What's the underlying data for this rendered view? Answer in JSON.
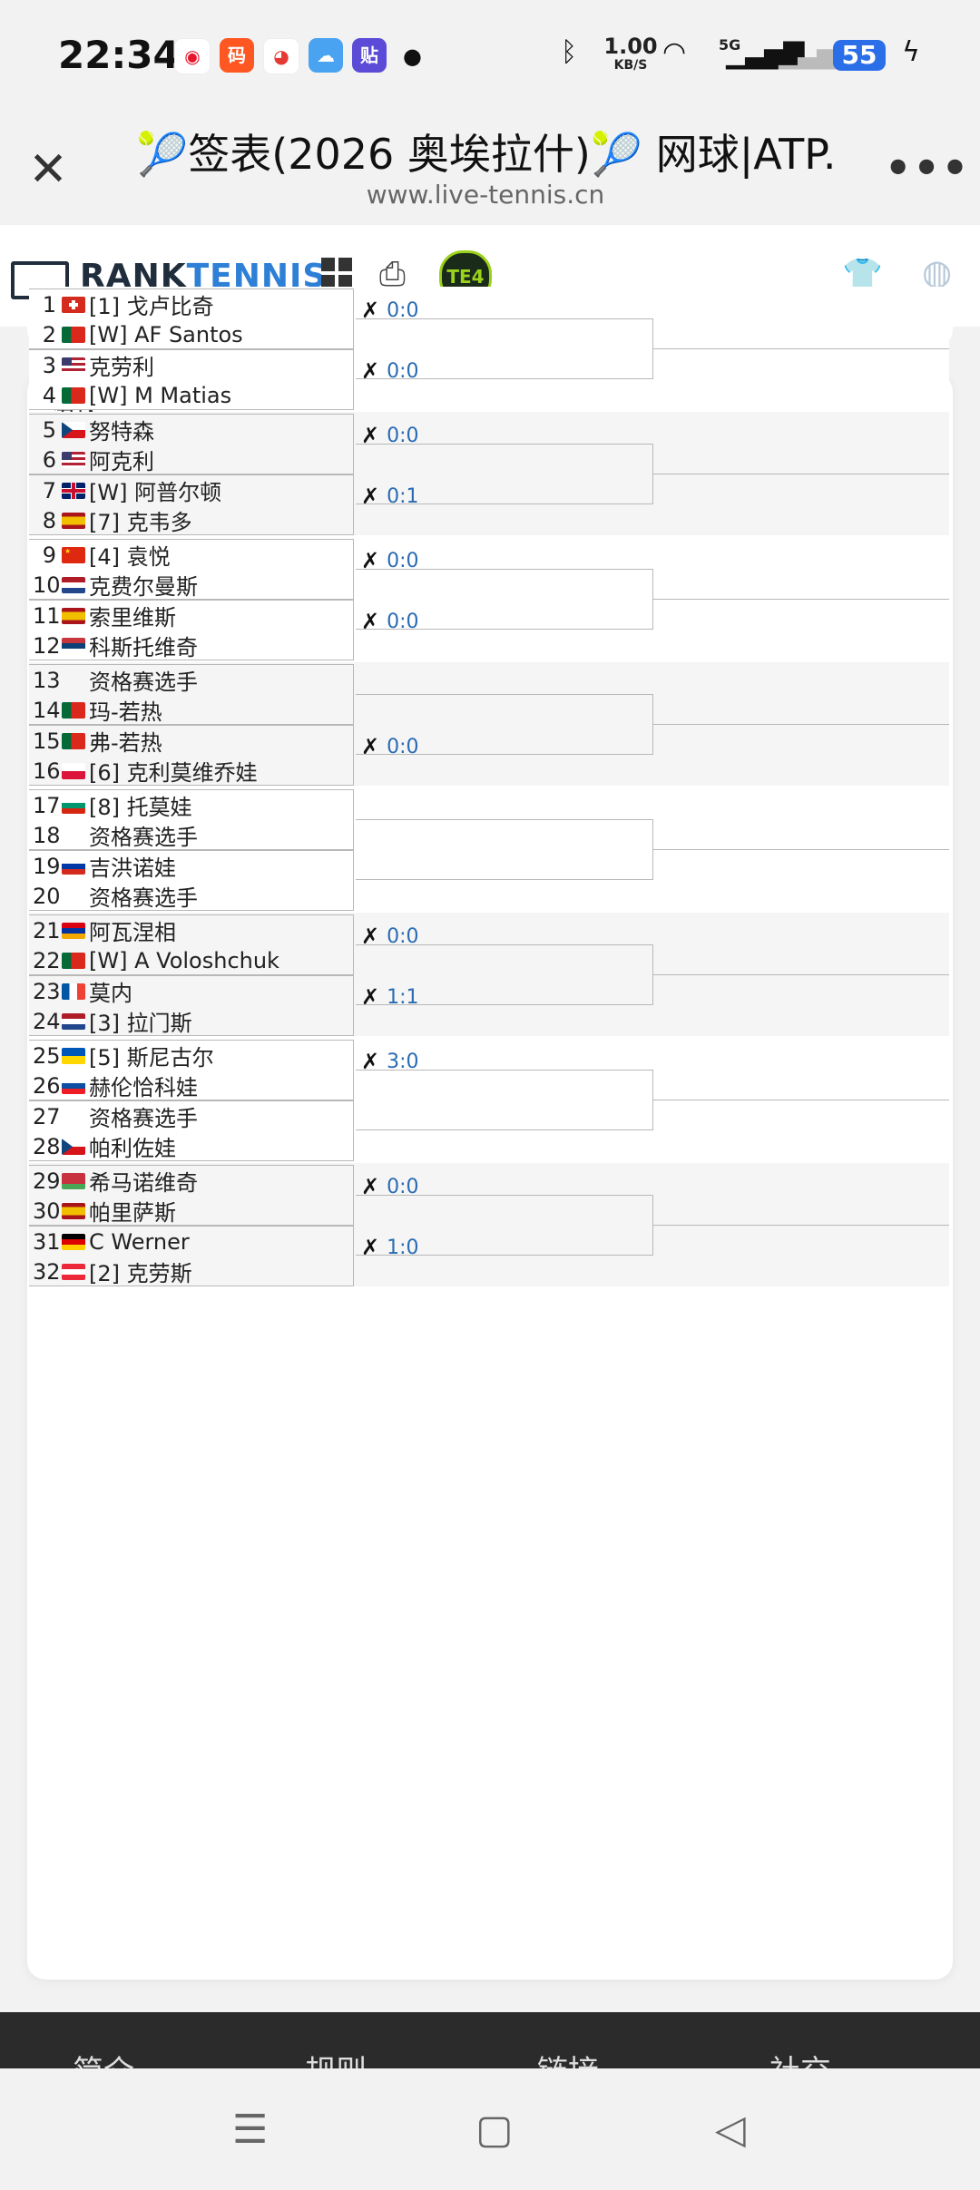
{
  "status_bar": {
    "time": "22:34",
    "network_speed_value": "1.00",
    "network_speed_unit": "KB/S",
    "signal_label": "5G",
    "battery": "55",
    "notification_apps": [
      "weibo-icon",
      "app-icon",
      "app-icon",
      "weather-icon",
      "app-icon"
    ]
  },
  "browser": {
    "title": "🎾签表(2026 奥埃拉什)🎾 网球|ATP...",
    "url": "www.live-tennis.cn"
  },
  "site": {
    "logo_part1": "RANK",
    "logo_part2": "TENNIS",
    "badge": "TE4"
  },
  "section": {
    "label": "分区"
  },
  "players": [
    {
      "num": "1",
      "flag": "CH",
      "name": "[1] 戈卢比奇"
    },
    {
      "num": "2",
      "flag": "PT",
      "name": "[W] AF Santos"
    },
    {
      "num": "3",
      "flag": "US",
      "name": "克劳利"
    },
    {
      "num": "4",
      "flag": "PT",
      "name": "[W] M Matias"
    },
    {
      "num": "5",
      "flag": "CZ",
      "name": "努特森"
    },
    {
      "num": "6",
      "flag": "US",
      "name": "阿克利"
    },
    {
      "num": "7",
      "flag": "GB",
      "name": "[W] 阿普尔顿"
    },
    {
      "num": "8",
      "flag": "ES",
      "name": "[7] 克韦多"
    },
    {
      "num": "9",
      "flag": "CN",
      "name": "[4] 袁悦"
    },
    {
      "num": "10",
      "flag": "NL",
      "name": "克费尔曼斯"
    },
    {
      "num": "11",
      "flag": "ES",
      "name": "索里维斯"
    },
    {
      "num": "12",
      "flag": "RS",
      "name": "科斯托维奇"
    },
    {
      "num": "13",
      "flag": "",
      "name": "资格赛选手"
    },
    {
      "num": "14",
      "flag": "PT",
      "name": "玛-若热"
    },
    {
      "num": "15",
      "flag": "PT",
      "name": "弗-若热"
    },
    {
      "num": "16",
      "flag": "PL",
      "name": "[6] 克利莫维乔娃"
    },
    {
      "num": "17",
      "flag": "BG",
      "name": "[8] 托莫娃"
    },
    {
      "num": "18",
      "flag": "",
      "name": "资格赛选手"
    },
    {
      "num": "19",
      "flag": "RU",
      "name": "吉洪诺娃"
    },
    {
      "num": "20",
      "flag": "",
      "name": "资格赛选手"
    },
    {
      "num": "21",
      "flag": "AM",
      "name": "阿瓦涅相"
    },
    {
      "num": "22",
      "flag": "PT",
      "name": "[W] A Voloshchuk"
    },
    {
      "num": "23",
      "flag": "FR",
      "name": "莫内"
    },
    {
      "num": "24",
      "flag": "NL",
      "name": "[3] 拉门斯"
    },
    {
      "num": "25",
      "flag": "UA",
      "name": "[5] 斯尼古尔"
    },
    {
      "num": "26",
      "flag": "SK",
      "name": "赫伦恰科娃"
    },
    {
      "num": "27",
      "flag": "",
      "name": "资格赛选手"
    },
    {
      "num": "28",
      "flag": "CZ",
      "name": "帕利佐娃"
    },
    {
      "num": "29",
      "flag": "BY",
      "name": "希马诺维奇"
    },
    {
      "num": "30",
      "flag": "ES",
      "name": "帕里萨斯"
    },
    {
      "num": "31",
      "flag": "DE",
      "name": "C Werner"
    },
    {
      "num": "32",
      "flag": "AT",
      "name": "[2] 克劳斯"
    }
  ],
  "scores": [
    {
      "match": 1,
      "text": "0:0"
    },
    {
      "match": 2,
      "text": "0:0"
    },
    {
      "match": 3,
      "text": "0:0"
    },
    {
      "match": 4,
      "text": "0:1"
    },
    {
      "match": 5,
      "text": "0:0"
    },
    {
      "match": 6,
      "text": "0:0"
    },
    {
      "match": 7,
      "text": ""
    },
    {
      "match": 8,
      "text": "0:0"
    },
    {
      "match": 9,
      "text": ""
    },
    {
      "match": 10,
      "text": ""
    },
    {
      "match": 11,
      "text": "0:0"
    },
    {
      "match": 12,
      "text": "1:1"
    },
    {
      "match": 13,
      "text": "3:0"
    },
    {
      "match": 14,
      "text": ""
    },
    {
      "match": 15,
      "text": "0:0"
    },
    {
      "match": 16,
      "text": "1:0"
    }
  ],
  "footer": {
    "items": [
      "简介",
      "规则",
      "链接",
      "社交"
    ]
  }
}
